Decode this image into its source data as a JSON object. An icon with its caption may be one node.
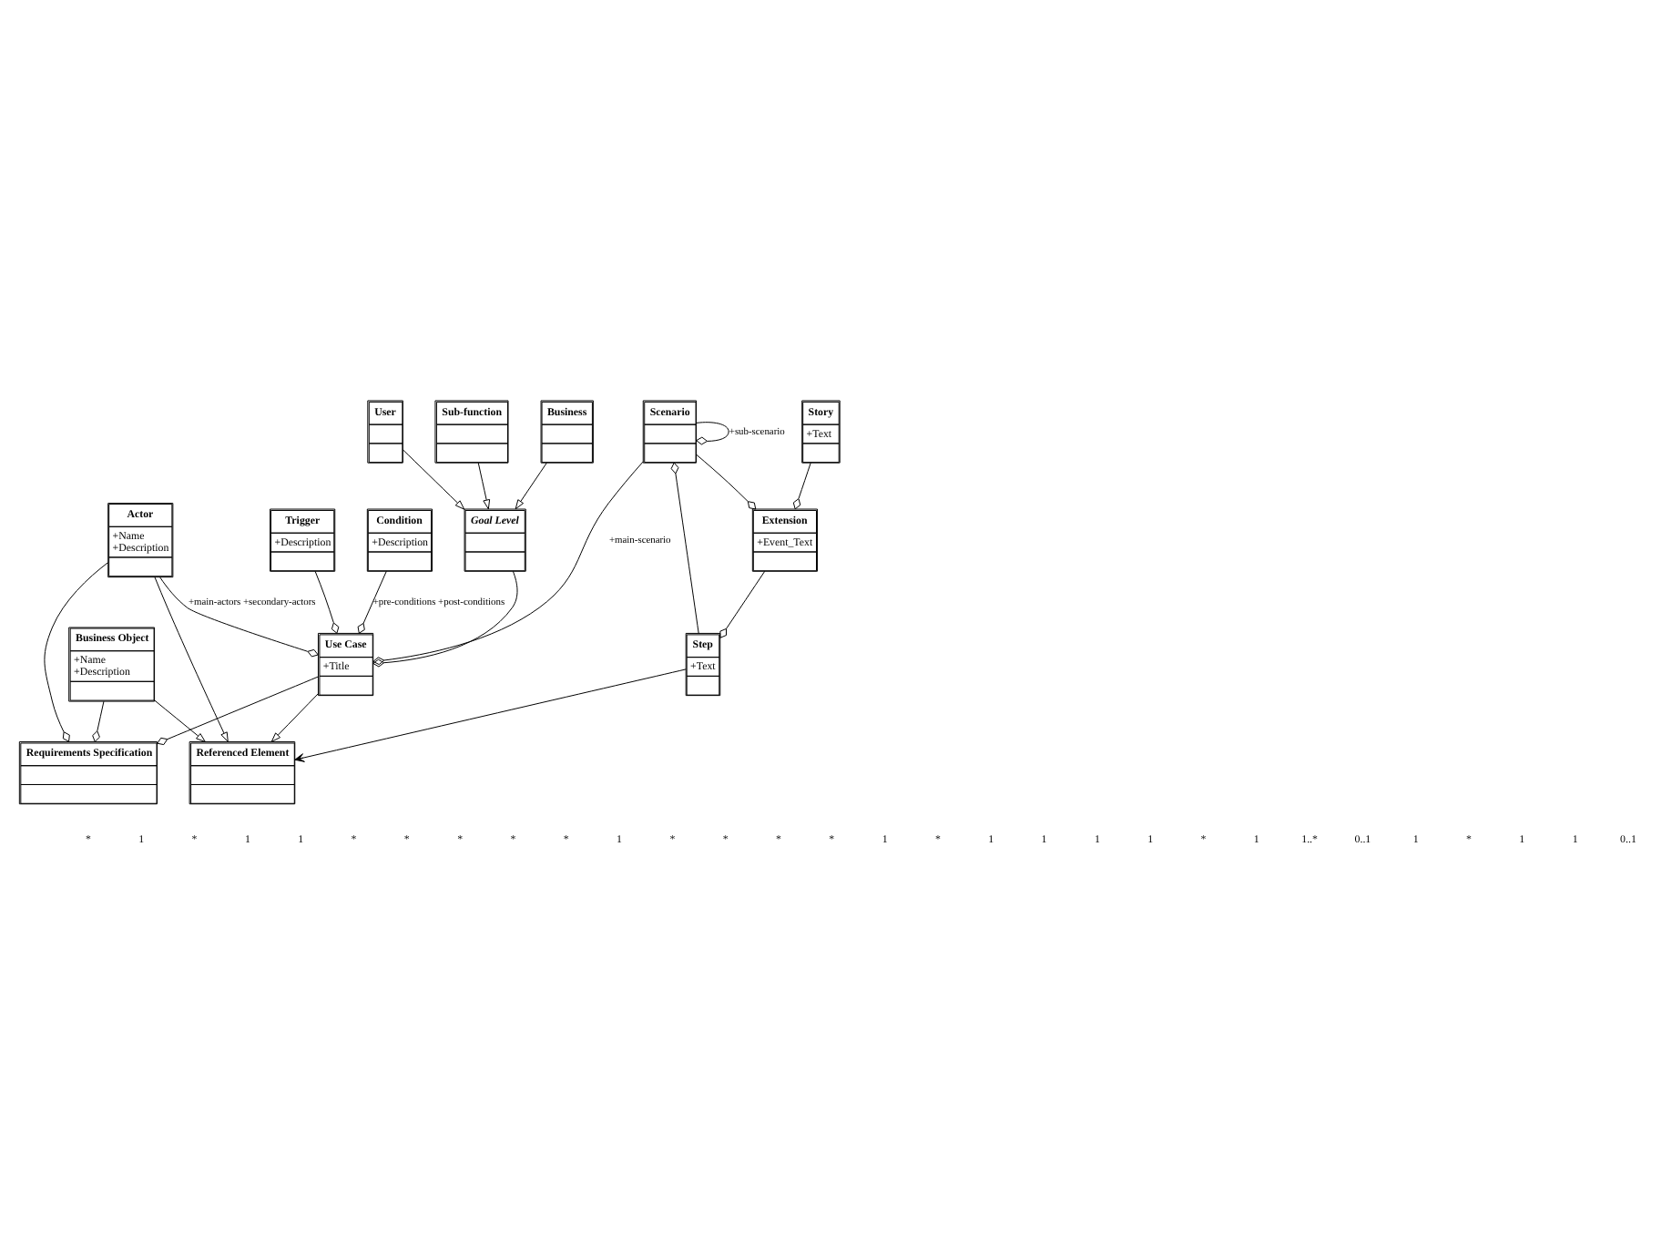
{
  "diagram": {
    "nodes": [
      {
        "text": [
          "Requirements Specification"
        ]
      },
      {
        "text": [
          "Business Object",
          "+Name",
          "+Description"
        ]
      },
      {
        "text": [
          "Actor",
          "+Name",
          "+Description"
        ]
      },
      {
        "text": [
          "Use Case",
          "+Title"
        ]
      },
      {
        "text": [
          "Referenced Element"
        ]
      },
      {
        "text": [
          "Condition",
          "+Description"
        ]
      },
      {
        "text": [
          "Scenario"
        ]
      },
      {
        "text": [
          "Step",
          "+Text"
        ]
      },
      {
        "text": [
          "Goal Level"
        ]
      },
      {
        "text": [
          "Trigger",
          "+Description"
        ]
      },
      {
        "text": [
          "Extension",
          "+Event_Text"
        ]
      },
      {
        "text": [
          "Story",
          "+Text"
        ]
      },
      {
        "text": [
          "Business"
        ]
      },
      {
        "text": [
          "User"
        ]
      },
      {
        "text": [
          "Sub-function"
        ]
      }
    ],
    "edges": [
      {
        "from": 1,
        "to": 0,
        "arrow": "other"
      },
      {
        "from": 2,
        "to": 0,
        "arrow": "other"
      },
      {
        "from": 3,
        "to": 0,
        "arrow": "other"
      },
      {
        "from": 2,
        "to": 3,
        "arrow": "other",
        "label": "+main-actors +secondary-actors"
      },
      {
        "from": 1,
        "to": 4,
        "arrow": "to"
      },
      {
        "from": 2,
        "to": 4,
        "arrow": "to"
      },
      {
        "from": 3,
        "to": 4,
        "arrow": "to"
      },
      {
        "from": 5,
        "to": 3,
        "arrow": "other",
        "label": "+pre-conditions +post-conditions"
      },
      {
        "from": 6,
        "to": 3,
        "arrow": "other",
        "label": "+main-scenario"
      },
      {
        "from": 8,
        "to": 3,
        "arrow": "other"
      },
      {
        "from": 9,
        "to": 3,
        "arrow": "other"
      },
      {
        "from": 6,
        "to": 6,
        "arrow": "other",
        "label": "+sub-scenario"
      },
      {
        "from": 7,
        "to": 4,
        "arrow": "to"
      },
      {
        "from": 7,
        "to": 6,
        "arrow": "other"
      },
      {
        "from": 10,
        "to": 7,
        "arrow": "other"
      },
      {
        "from": 6,
        "to": 10,
        "arrow": "other"
      },
      {
        "from": 11,
        "to": 10,
        "arrow": "other"
      },
      {
        "from": 12,
        "to": 8,
        "arrow": "to"
      },
      {
        "from": 13,
        "to": 8,
        "arrow": "to"
      },
      {
        "from": 14,
        "to": 8,
        "arrow": "to"
      }
    ],
    "labels": [
      "*",
      "1",
      "*",
      "1",
      "1",
      "*",
      "*",
      "*",
      "*",
      "*",
      "1",
      "*",
      "*",
      "*",
      "*",
      "1",
      "*",
      "1",
      "1",
      "1",
      "1",
      "*",
      "1",
      "1..*",
      "0..1",
      "1",
      "*",
      "1",
      "1",
      "0..1"
    ]
  }
}
